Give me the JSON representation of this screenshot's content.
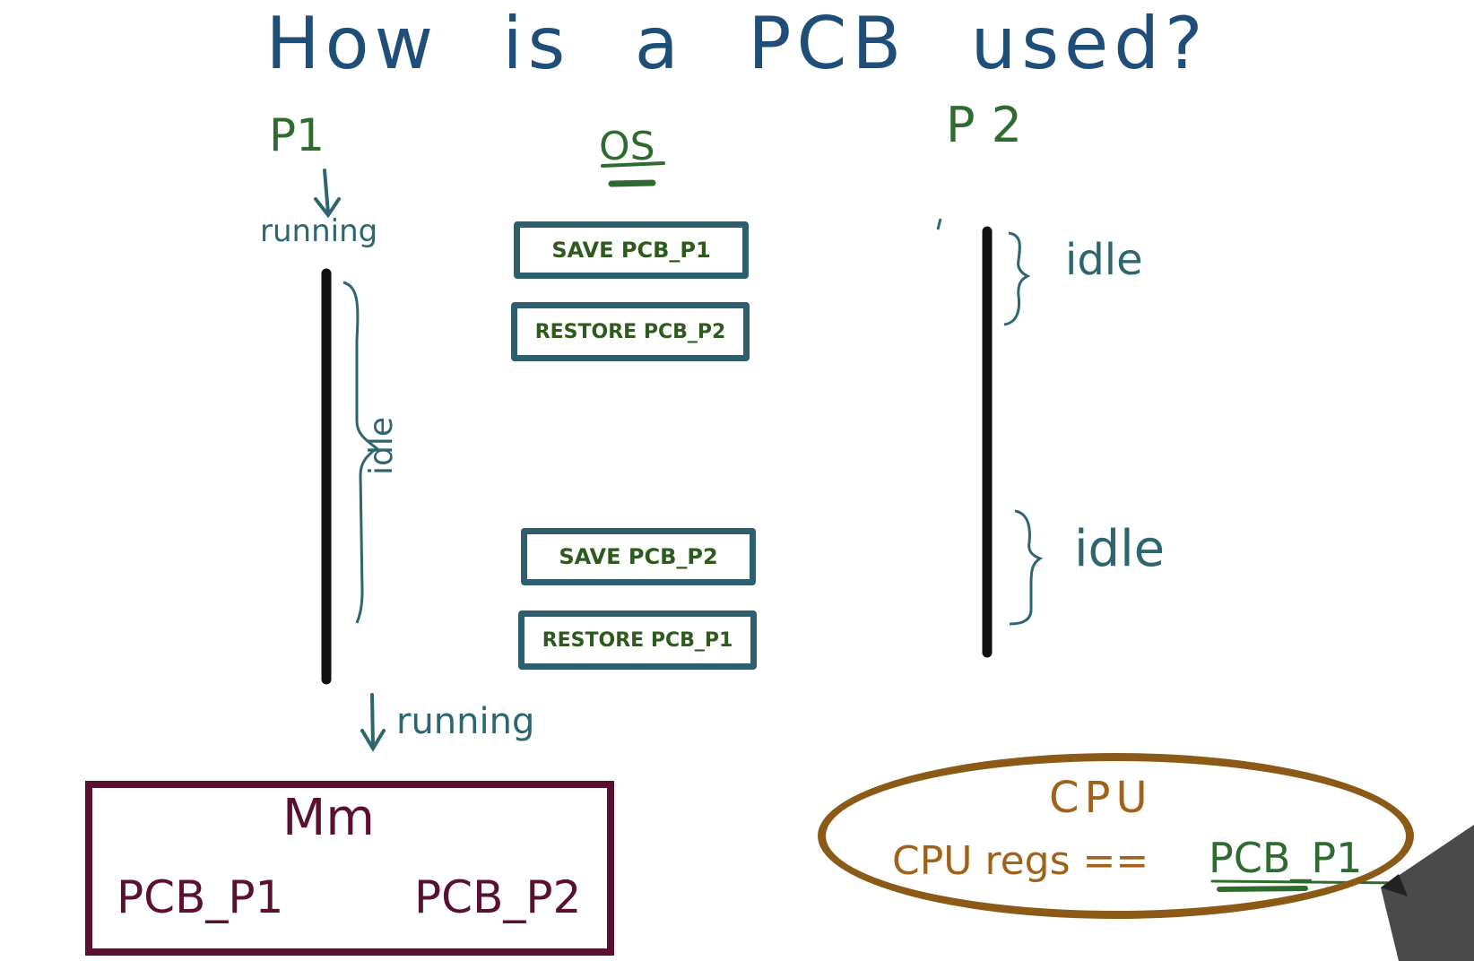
{
  "title": "How is a PCB used?",
  "processes": {
    "p1": {
      "label": "P1",
      "top_state": "running",
      "side_state": "idle",
      "bottom_state": "running"
    },
    "p2": {
      "label": "P2",
      "idle_top": "idle",
      "idle_bottom": "idle"
    }
  },
  "os": {
    "label": "OS",
    "steps": [
      "SAVE PCB_P1",
      "RESTORE PCB_P2",
      "SAVE PCB_P2",
      "RESTORE PCB_P1"
    ]
  },
  "memory": {
    "label": "Mm",
    "items": [
      "PCB_P1",
      "PCB_P2"
    ]
  },
  "cpu": {
    "label": "CPU",
    "regs_text": "CPU regs ==",
    "regs_value": "PCB_P1"
  },
  "colors": {
    "title": "#1f4e79",
    "process_labels": "#2e6b2e",
    "annotations": "#2e6670",
    "os_box_border": "#2e5f6e",
    "os_box_text": "#2e5a1e",
    "memory": "#5a1030",
    "cpu": "#a0621a",
    "timeline": "#111111"
  }
}
